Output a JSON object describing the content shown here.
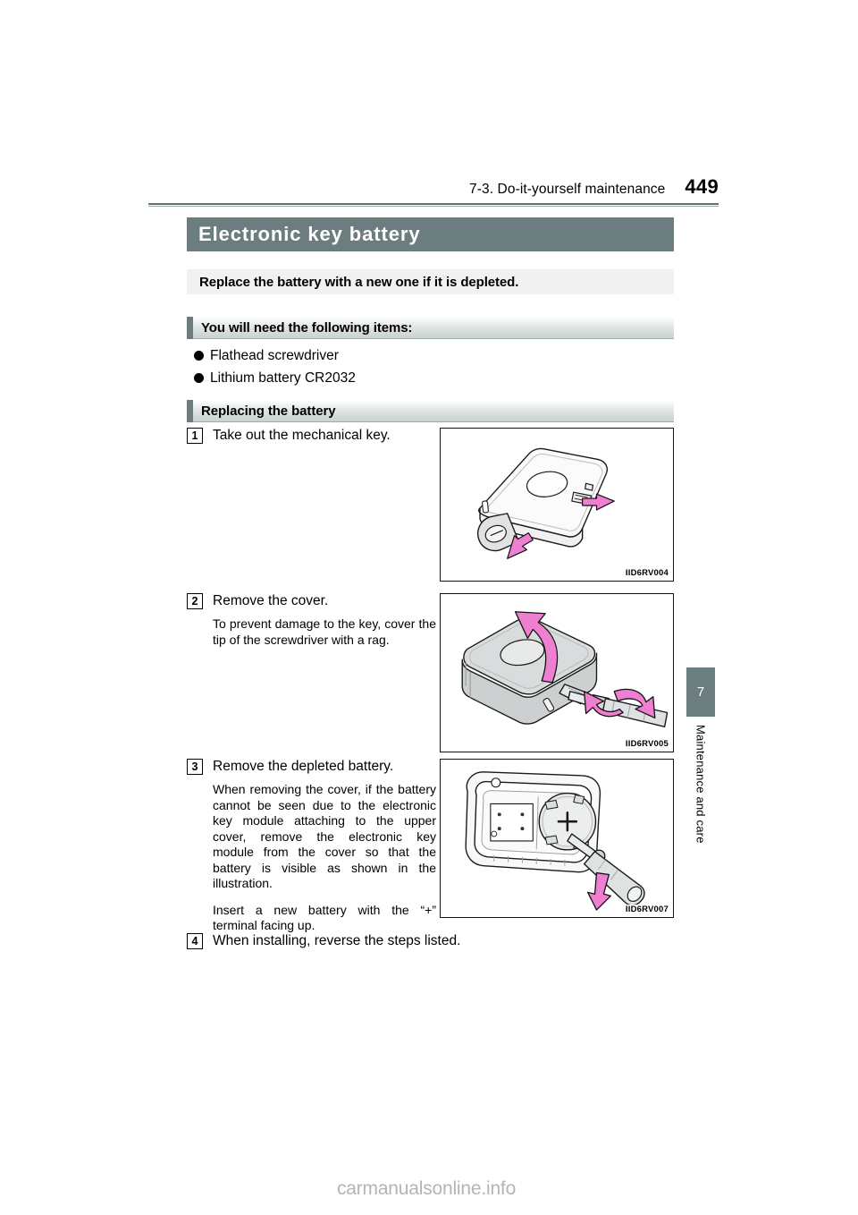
{
  "header": {
    "breadcrumb": "7-3. Do-it-yourself maintenance",
    "page_number": "449"
  },
  "title": "Electronic key battery",
  "lead": "Replace the battery with a new one if it is depleted.",
  "sections": {
    "needed": {
      "heading": "You will need the following items:",
      "items": [
        "Flathead screwdriver",
        "Lithium battery CR2032"
      ]
    },
    "replacing": {
      "heading": "Replacing the battery"
    }
  },
  "steps": [
    {
      "number": "1",
      "title": "Take out the mechanical key.",
      "body": []
    },
    {
      "number": "2",
      "title": "Remove the cover.",
      "body": [
        "To prevent damage to the key, cover the tip of the screwdriver with a rag."
      ]
    },
    {
      "number": "3",
      "title": "Remove the depleted battery.",
      "body": [
        "When removing the cover, if the battery cannot be seen due to the electronic key module attaching to the upper cover, remove the electronic key module from the cover so that the battery is visible as shown in the illustration.",
        "Insert a new battery with the “+” terminal facing up."
      ]
    },
    {
      "number": "4",
      "title": "When installing, reverse the steps listed.",
      "body": []
    }
  ],
  "figures": [
    {
      "code": "IID6RV004",
      "caption": "electronic key with mechanical key being pulled out"
    },
    {
      "code": "IID6RV005",
      "caption": "screwdriver prying the key cover open"
    },
    {
      "code": "IID6RV007",
      "caption": "screwdriver removing the coin battery from the key module"
    }
  ],
  "side": {
    "chapter_number": "7",
    "chapter_label": "Maintenance and care"
  },
  "watermark": "carmanualsonline.info",
  "colors": {
    "title_bar": "#6b7d7e",
    "lead_box": "#f1f1f1",
    "accent_arrow": "#ef7fd0",
    "rule": "#5f7374"
  }
}
